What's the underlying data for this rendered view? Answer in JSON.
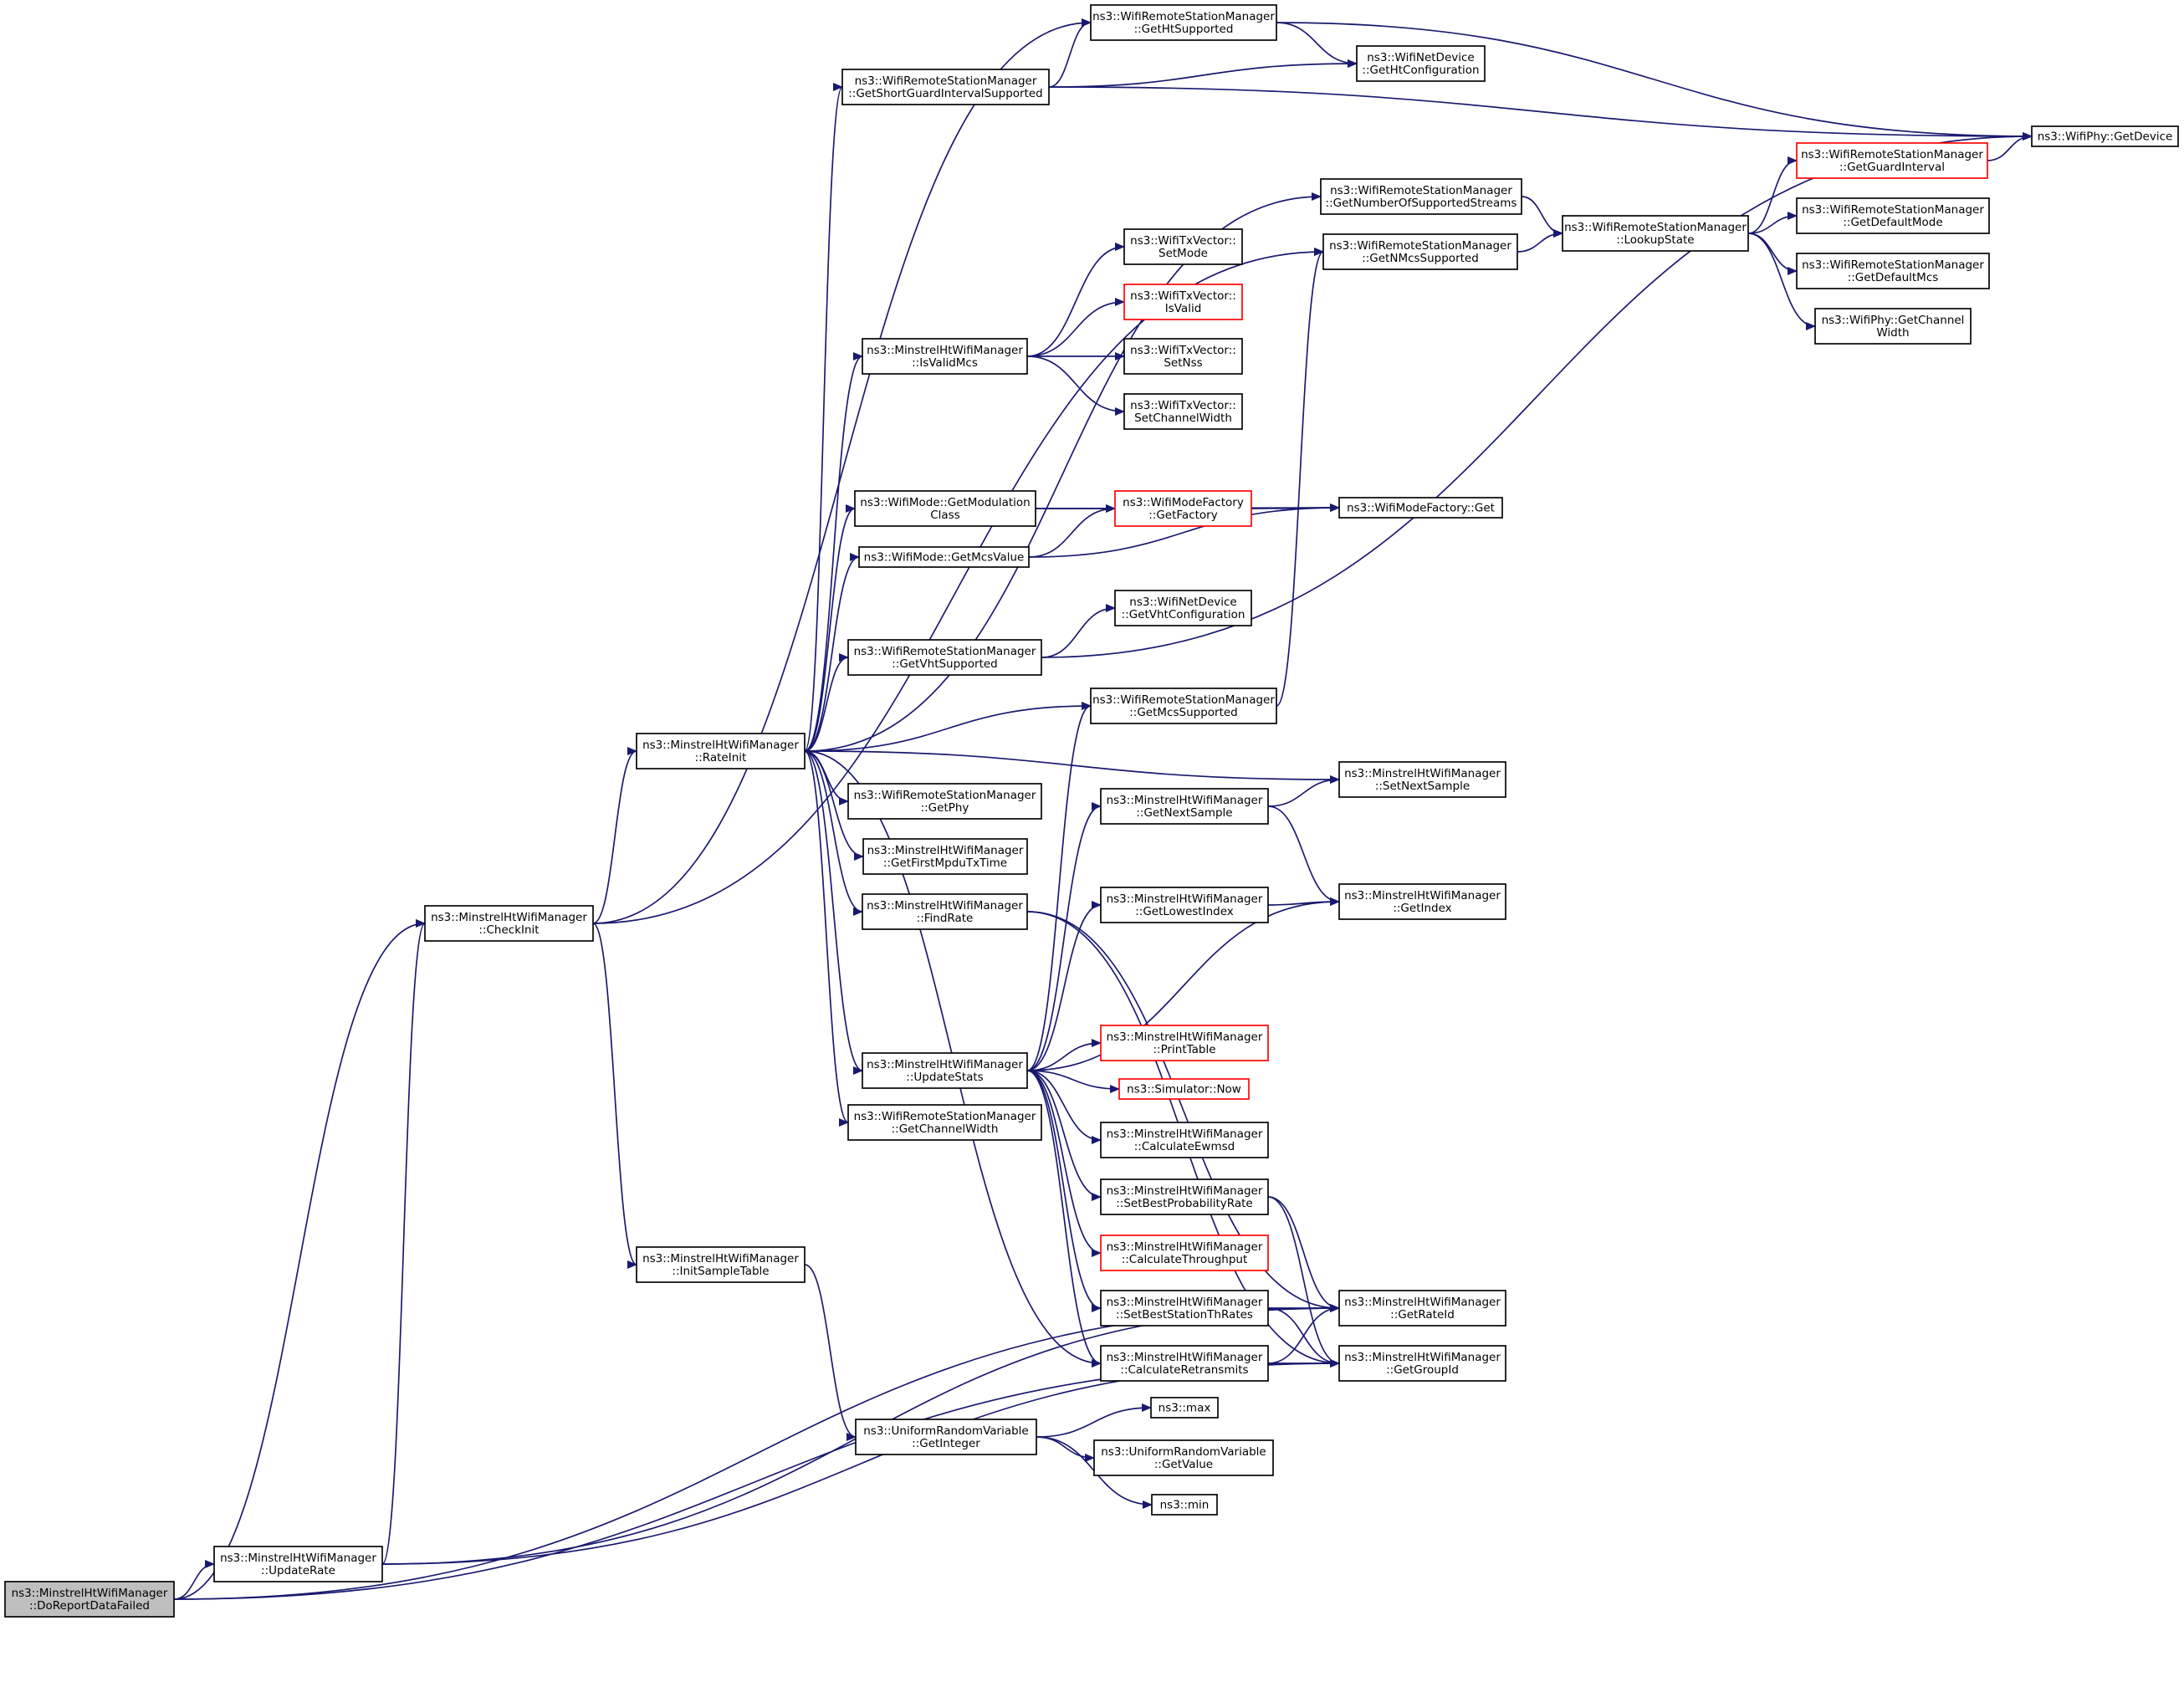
{
  "colors": {
    "edge": "#191970",
    "text": "#000000",
    "node_border": "#000000",
    "node_border_truncated": "#ff0000",
    "root_fill": "#bfbfbf",
    "node_fill": "#ffffff"
  },
  "nodes": [
    {
      "id": "root",
      "lines": [
        "ns3::MinstrelHtWifiManager",
        "::DoReportDataFailed"
      ],
      "style": "root"
    },
    {
      "id": "checkinit",
      "lines": [
        "ns3::MinstrelHtWifiManager",
        "::CheckInit"
      ],
      "style": "normal"
    },
    {
      "id": "updaterate",
      "lines": [
        "ns3::MinstrelHtWifiManager",
        "::UpdateRate"
      ],
      "style": "normal"
    },
    {
      "id": "rateinit",
      "lines": [
        "ns3::MinstrelHtWifiManager",
        "::RateInit"
      ],
      "style": "normal"
    },
    {
      "id": "initsampletable",
      "lines": [
        "ns3::MinstrelHtWifiManager",
        "::InitSampleTable"
      ],
      "style": "normal"
    },
    {
      "id": "getinteger",
      "lines": [
        "ns3::UniformRandomVariable",
        "::GetInteger"
      ],
      "style": "normal"
    },
    {
      "id": "max",
      "lines": [
        "ns3::max"
      ],
      "style": "normal"
    },
    {
      "id": "getvalue",
      "lines": [
        "ns3::UniformRandomVariable",
        "::GetValue"
      ],
      "style": "normal"
    },
    {
      "id": "min",
      "lines": [
        "ns3::min"
      ],
      "style": "normal"
    },
    {
      "id": "getsgi",
      "lines": [
        "ns3::WifiRemoteStationManager",
        "::GetShortGuardIntervalSupported"
      ],
      "style": "normal"
    },
    {
      "id": "gethtsupported",
      "lines": [
        "ns3::WifiRemoteStationManager",
        "::GetHtSupported"
      ],
      "style": "normal"
    },
    {
      "id": "gethtconfig",
      "lines": [
        "ns3::WifiNetDevice",
        "::GetHtConfiguration"
      ],
      "style": "normal"
    },
    {
      "id": "wifiphygetdevice",
      "lines": [
        "ns3::WifiPhy::GetDevice"
      ],
      "style": "normal"
    },
    {
      "id": "getnumstreams",
      "lines": [
        "ns3::WifiRemoteStationManager",
        "::GetNumberOfSupportedStreams"
      ],
      "style": "normal"
    },
    {
      "id": "getnmcs",
      "lines": [
        "ns3::WifiRemoteStationManager",
        "::GetNMcsSupported"
      ],
      "style": "normal"
    },
    {
      "id": "lookupstate",
      "lines": [
        "ns3::WifiRemoteStationManager",
        "::LookupState"
      ],
      "style": "normal"
    },
    {
      "id": "getguardinterval",
      "lines": [
        "ns3::WifiRemoteStationManager",
        "::GetGuardInterval"
      ],
      "style": "truncated"
    },
    {
      "id": "getdefaultmode",
      "lines": [
        "ns3::WifiRemoteStationManager",
        "::GetDefaultMode"
      ],
      "style": "normal"
    },
    {
      "id": "getdefaultmcs",
      "lines": [
        "ns3::WifiRemoteStationManager",
        "::GetDefaultMcs"
      ],
      "style": "normal"
    },
    {
      "id": "getchannelwidthphy",
      "lines": [
        "ns3::WifiPhy::GetChannel",
        "Width"
      ],
      "style": "normal"
    },
    {
      "id": "setmode",
      "lines": [
        "ns3::WifiTxVector::",
        "SetMode"
      ],
      "style": "normal"
    },
    {
      "id": "isvalid",
      "lines": [
        "ns3::WifiTxVector::",
        "IsValid"
      ],
      "style": "truncated"
    },
    {
      "id": "isvalidmcs",
      "lines": [
        "ns3::MinstrelHtWifiManager",
        "::IsValidMcs"
      ],
      "style": "normal"
    },
    {
      "id": "setnss",
      "lines": [
        "ns3::WifiTxVector::",
        "SetNss"
      ],
      "style": "normal"
    },
    {
      "id": "setchannelwidth",
      "lines": [
        "ns3::WifiTxVector::",
        "SetChannelWidth"
      ],
      "style": "normal"
    },
    {
      "id": "getmodclass",
      "lines": [
        "ns3::WifiMode::GetModulation",
        "Class"
      ],
      "style": "normal"
    },
    {
      "id": "getfactory",
      "lines": [
        "ns3::WifiModeFactory",
        "::GetFactory"
      ],
      "style": "truncated"
    },
    {
      "id": "factoryget",
      "lines": [
        "ns3::WifiModeFactory::Get"
      ],
      "style": "normal"
    },
    {
      "id": "getmcsvalue",
      "lines": [
        "ns3::WifiMode::GetMcsValue"
      ],
      "style": "normal"
    },
    {
      "id": "getvhtconfig",
      "lines": [
        "ns3::WifiNetDevice",
        "::GetVhtConfiguration"
      ],
      "style": "normal"
    },
    {
      "id": "getvhtsupported",
      "lines": [
        "ns3::WifiRemoteStationManager",
        "::GetVhtSupported"
      ],
      "style": "normal"
    },
    {
      "id": "getmcssupported",
      "lines": [
        "ns3::WifiRemoteStationManager",
        "::GetMcsSupported"
      ],
      "style": "normal"
    },
    {
      "id": "setnextsample",
      "lines": [
        "ns3::MinstrelHtWifiManager",
        "::SetNextSample"
      ],
      "style": "normal"
    },
    {
      "id": "getphy",
      "lines": [
        "ns3::WifiRemoteStationManager",
        "::GetPhy"
      ],
      "style": "normal"
    },
    {
      "id": "getnextsample",
      "lines": [
        "ns3::MinstrelHtWifiManager",
        "::GetNextSample"
      ],
      "style": "normal"
    },
    {
      "id": "getfirstmpdu",
      "lines": [
        "ns3::MinstrelHtWifiManager",
        "::GetFirstMpduTxTime"
      ],
      "style": "normal"
    },
    {
      "id": "findrate",
      "lines": [
        "ns3::MinstrelHtWifiManager",
        "::FindRate"
      ],
      "style": "normal"
    },
    {
      "id": "getlowestindex",
      "lines": [
        "ns3::MinstrelHtWifiManager",
        "::GetLowestIndex"
      ],
      "style": "normal"
    },
    {
      "id": "getindex",
      "lines": [
        "ns3::MinstrelHtWifiManager",
        "::GetIndex"
      ],
      "style": "normal"
    },
    {
      "id": "updatestats",
      "lines": [
        "ns3::MinstrelHtWifiManager",
        "::UpdateStats"
      ],
      "style": "normal"
    },
    {
      "id": "printtable",
      "lines": [
        "ns3::MinstrelHtWifiManager",
        "::PrintTable"
      ],
      "style": "truncated"
    },
    {
      "id": "simnow",
      "lines": [
        "ns3::Simulator::Now"
      ],
      "style": "truncated"
    },
    {
      "id": "getchannelwidth",
      "lines": [
        "ns3::WifiRemoteStationManager",
        "::GetChannelWidth"
      ],
      "style": "normal"
    },
    {
      "id": "calcewmsd",
      "lines": [
        "ns3::MinstrelHtWifiManager",
        "::CalculateEwmsd"
      ],
      "style": "normal"
    },
    {
      "id": "setbestprob",
      "lines": [
        "ns3::MinstrelHtWifiManager",
        "::SetBestProbabilityRate"
      ],
      "style": "normal"
    },
    {
      "id": "calcthroughput",
      "lines": [
        "ns3::MinstrelHtWifiManager",
        "::CalculateThroughput"
      ],
      "style": "truncated"
    },
    {
      "id": "setbestth",
      "lines": [
        "ns3::MinstrelHtWifiManager",
        "::SetBestStationThRates"
      ],
      "style": "normal"
    },
    {
      "id": "getrateid",
      "lines": [
        "ns3::MinstrelHtWifiManager",
        "::GetRateId"
      ],
      "style": "normal"
    },
    {
      "id": "calcretransmits",
      "lines": [
        "ns3::MinstrelHtWifiManager",
        "::CalculateRetransmits"
      ],
      "style": "normal"
    },
    {
      "id": "getgroupid",
      "lines": [
        "ns3::MinstrelHtWifiManager",
        "::GetGroupId"
      ],
      "style": "normal"
    }
  ],
  "edges": [
    {
      "from": "root",
      "to": "checkinit"
    },
    {
      "from": "root",
      "to": "updaterate"
    },
    {
      "from": "root",
      "to": "getrateid"
    },
    {
      "from": "root",
      "to": "getgroupid"
    },
    {
      "from": "updaterate",
      "to": "checkinit"
    },
    {
      "from": "updaterate",
      "to": "getrateid"
    },
    {
      "from": "updaterate",
      "to": "getgroupid"
    },
    {
      "from": "checkinit",
      "to": "rateinit"
    },
    {
      "from": "checkinit",
      "to": "initsampletable"
    },
    {
      "from": "checkinit",
      "to": "gethtsupported"
    },
    {
      "from": "checkinit",
      "to": "getnmcs"
    },
    {
      "from": "initsampletable",
      "to": "getinteger"
    },
    {
      "from": "getinteger",
      "to": "max"
    },
    {
      "from": "getinteger",
      "to": "getvalue"
    },
    {
      "from": "getinteger",
      "to": "min"
    },
    {
      "from": "rateinit",
      "to": "getsgi"
    },
    {
      "from": "rateinit",
      "to": "getnumstreams"
    },
    {
      "from": "rateinit",
      "to": "isvalidmcs"
    },
    {
      "from": "rateinit",
      "to": "getmodclass"
    },
    {
      "from": "rateinit",
      "to": "getmcsvalue"
    },
    {
      "from": "rateinit",
      "to": "getvhtsupported"
    },
    {
      "from": "rateinit",
      "to": "getmcssupported"
    },
    {
      "from": "rateinit",
      "to": "setnextsample"
    },
    {
      "from": "rateinit",
      "to": "getphy"
    },
    {
      "from": "rateinit",
      "to": "getfirstmpdu"
    },
    {
      "from": "rateinit",
      "to": "findrate"
    },
    {
      "from": "rateinit",
      "to": "updatestats"
    },
    {
      "from": "rateinit",
      "to": "getchannelwidth"
    },
    {
      "from": "rateinit",
      "to": "calcretransmits"
    },
    {
      "from": "getsgi",
      "to": "gethtsupported"
    },
    {
      "from": "getsgi",
      "to": "gethtconfig"
    },
    {
      "from": "getsgi",
      "to": "wifiphygetdevice"
    },
    {
      "from": "gethtsupported",
      "to": "gethtconfig"
    },
    {
      "from": "gethtsupported",
      "to": "wifiphygetdevice"
    },
    {
      "from": "getnumstreams",
      "to": "lookupstate"
    },
    {
      "from": "getnmcs",
      "to": "lookupstate"
    },
    {
      "from": "lookupstate",
      "to": "getguardinterval"
    },
    {
      "from": "lookupstate",
      "to": "getdefaultmode"
    },
    {
      "from": "lookupstate",
      "to": "getdefaultmcs"
    },
    {
      "from": "lookupstate",
      "to": "getchannelwidthphy"
    },
    {
      "from": "getguardinterval",
      "to": "wifiphygetdevice"
    },
    {
      "from": "isvalidmcs",
      "to": "setmode"
    },
    {
      "from": "isvalidmcs",
      "to": "isvalid"
    },
    {
      "from": "isvalidmcs",
      "to": "setnss"
    },
    {
      "from": "isvalidmcs",
      "to": "setchannelwidth"
    },
    {
      "from": "getmodclass",
      "to": "getfactory"
    },
    {
      "from": "getmodclass",
      "to": "factoryget"
    },
    {
      "from": "getmcsvalue",
      "to": "getfactory"
    },
    {
      "from": "getmcsvalue",
      "to": "factoryget"
    },
    {
      "from": "getfactory",
      "to": "factoryget"
    },
    {
      "from": "getvhtsupported",
      "to": "getvhtconfig"
    },
    {
      "from": "getvhtsupported",
      "to": "wifiphygetdevice"
    },
    {
      "from": "getmcssupported",
      "to": "getnmcs"
    },
    {
      "from": "findrate",
      "to": "getrateid"
    },
    {
      "from": "findrate",
      "to": "getgroupid"
    },
    {
      "from": "getnextsample",
      "to": "setnextsample"
    },
    {
      "from": "getnextsample",
      "to": "getindex"
    },
    {
      "from": "getlowestindex",
      "to": "getindex"
    },
    {
      "from": "updatestats",
      "to": "getmcssupported"
    },
    {
      "from": "updatestats",
      "to": "getnextsample"
    },
    {
      "from": "updatestats",
      "to": "getlowestindex"
    },
    {
      "from": "updatestats",
      "to": "getindex"
    },
    {
      "from": "updatestats",
      "to": "printtable"
    },
    {
      "from": "updatestats",
      "to": "simnow"
    },
    {
      "from": "updatestats",
      "to": "calcewmsd"
    },
    {
      "from": "updatestats",
      "to": "setbestprob"
    },
    {
      "from": "updatestats",
      "to": "calcthroughput"
    },
    {
      "from": "updatestats",
      "to": "setbestth"
    },
    {
      "from": "updatestats",
      "to": "calcretransmits"
    },
    {
      "from": "setbestprob",
      "to": "getrateid"
    },
    {
      "from": "setbestprob",
      "to": "getgroupid"
    },
    {
      "from": "setbestth",
      "to": "getrateid"
    },
    {
      "from": "setbestth",
      "to": "getgroupid"
    },
    {
      "from": "calcretransmits",
      "to": "getrateid"
    },
    {
      "from": "calcretransmits",
      "to": "getgroupid"
    }
  ]
}
